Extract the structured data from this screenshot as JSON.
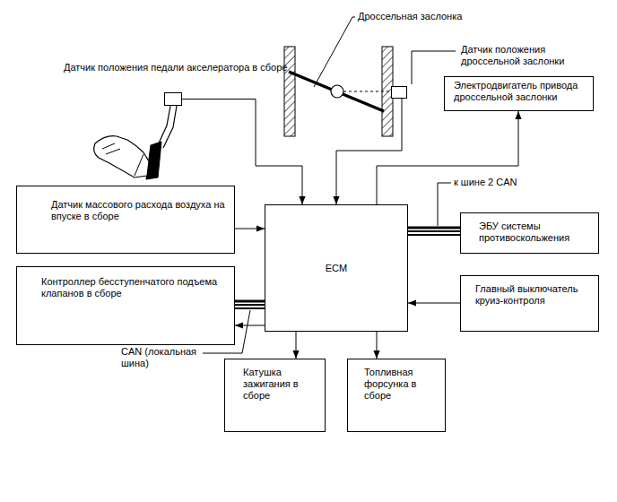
{
  "diagram": {
    "nodes": [
      {
        "text": [
          "Датчик положения педали акселератора в сборе"
        ]
      },
      {
        "text": [
          "Датчик положения дроссельной заслонки"
        ]
      },
      {
        "text": [
          "Электродвигатель привода дроссельной заслонки"
        ]
      },
      {
        "text": [
          "Датчик массового расхода воздуха на впуске в сборе"
        ]
      },
      {
        "text": [
          "ECM"
        ]
      },
      {
        "text": [
          "ЭБУ системы противоскольжения"
        ]
      },
      {
        "text": [
          "Контроллер бесступенчатого подъема клапанов в сборе"
        ]
      },
      {
        "text": [
          "Главный выключатель круиз-контроля"
        ]
      },
      {
        "text": [
          "Катушка зажигания в сборе"
        ]
      },
      {
        "text": [
          "Топливная форсунка в сборе"
        ]
      }
    ],
    "edges": [
      {
        "from": 0,
        "to": 4,
        "arrow": "to"
      },
      {
        "from": 1,
        "to": 4,
        "arrow": "to"
      },
      {
        "from": 4,
        "to": 2,
        "arrow": "to"
      },
      {
        "from": 3,
        "to": 4,
        "arrow": "to"
      },
      {
        "from": 4,
        "to": 5,
        "arrow": "none"
      },
      {
        "from": 4,
        "to": 6,
        "arrow": "none"
      },
      {
        "from": 4,
        "to": 6,
        "arrow": "to"
      },
      {
        "from": 7,
        "to": 4,
        "arrow": "to"
      },
      {
        "from": 4,
        "to": 8,
        "arrow": "to"
      },
      {
        "from": 4,
        "to": 9,
        "arrow": "to"
      }
    ],
    "labels": [
      "Дроссельная заслонка",
      "к шине 2 CAN",
      "CAN (локальная шина)"
    ]
  }
}
